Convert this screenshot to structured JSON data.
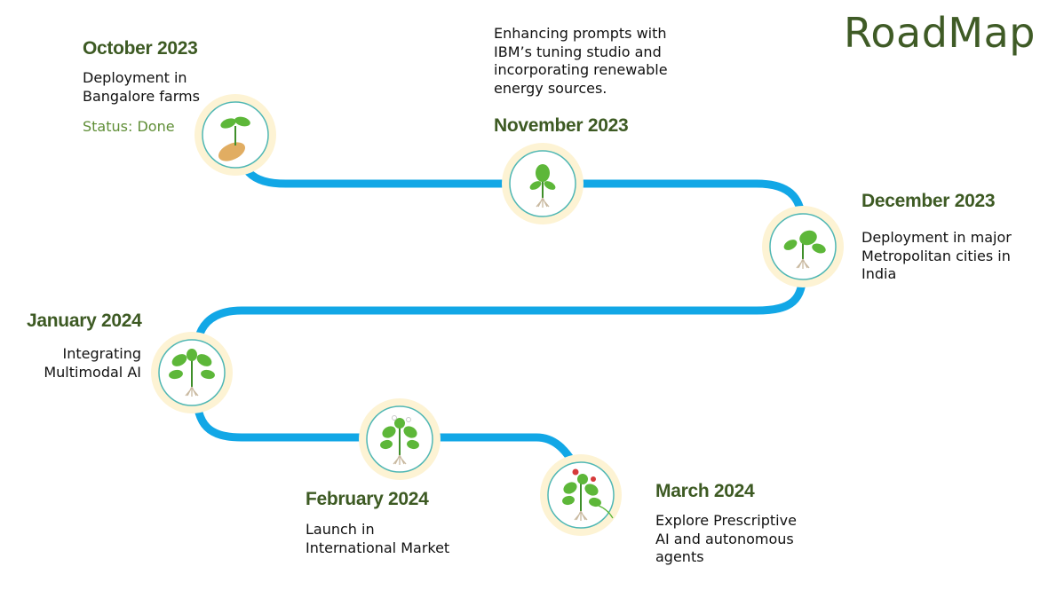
{
  "title": "RoadMap",
  "colors": {
    "path": "#12a7e6",
    "title": "#3f5b26",
    "date": "#3d5a23",
    "status": "#5f8e36",
    "node_ring": "#fdf3d4",
    "node_inner": "#4fb7b4",
    "leaf": "#5db739",
    "seed": "#e1ad62",
    "berry": "#d63a3a"
  },
  "milestones": [
    {
      "date": "October 2023",
      "description": [
        "Deployment in",
        "Bangalore farms"
      ],
      "status": "Status: Done",
      "icon": "seed-sprout-icon"
    },
    {
      "date": "November 2023",
      "description": [
        "Enhancing prompts with",
        "IBM’s tuning studio and",
        "incorporating renewable",
        "energy sources."
      ],
      "icon": "seedling-icon"
    },
    {
      "date": "December 2023",
      "description": [
        "Deployment in major",
        "Metropolitan cities in",
        "India"
      ],
      "icon": "young-plant-icon"
    },
    {
      "date": "January 2024",
      "description": [
        "Integrating",
        "Multimodal AI"
      ],
      "icon": "leafy-plant-icon"
    },
    {
      "date": "February 2024",
      "description": [
        "Launch in",
        "International Market"
      ],
      "icon": "flowering-plant-icon"
    },
    {
      "date": "March 2024",
      "description": [
        "Explore Prescriptive",
        "AI and autonomous",
        "agents"
      ],
      "icon": "fruiting-plant-icon"
    }
  ]
}
